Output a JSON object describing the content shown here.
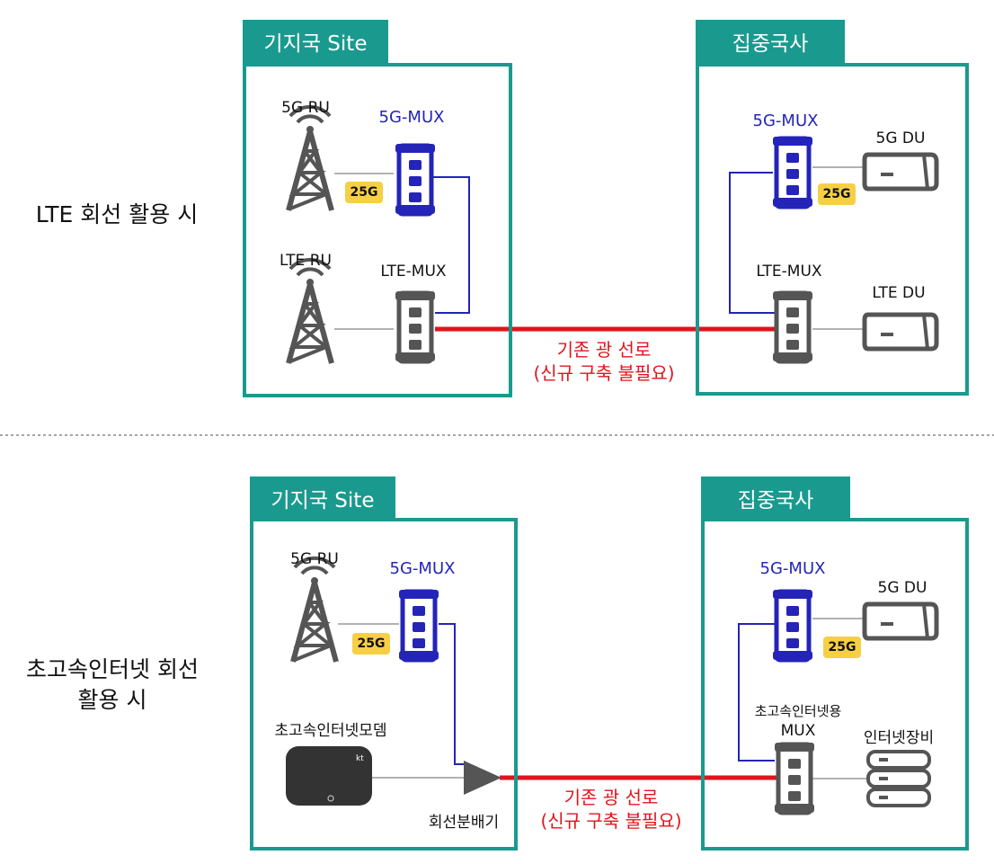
{
  "colors": {
    "teal": "#1a9a8e",
    "fiber_red": "#e0141c",
    "link_blue": "#2424b8",
    "badge_yellow": "#f6cf45"
  },
  "top": {
    "scenario_label": "LTE 회선 활용 시",
    "site_title": "기지국 Site",
    "central_title": "집중국사",
    "site": {
      "ru_5g": "5G RU",
      "mux_5g": "5G-MUX",
      "badge": "25G",
      "ru_lte": "LTE RU",
      "mux_lte": "LTE-MUX"
    },
    "central": {
      "mux_5g": "5G-MUX",
      "du_5g": "5G DU",
      "badge": "25G",
      "mux_lte": "LTE-MUX",
      "du_lte": "LTE DU"
    },
    "fiber_line1": "기존 광 선로",
    "fiber_line2": "(신규 구축 불필요)"
  },
  "bottom": {
    "scenario_label_line1": "초고속인터넷 회선",
    "scenario_label_line2": "활용 시",
    "site_title": "기지국 Site",
    "central_title": "집중국사",
    "site": {
      "ru_5g": "5G RU",
      "mux_5g": "5G-MUX",
      "badge": "25G",
      "modem": "초고속인터넷모뎀",
      "modem_brand": "kt",
      "splitter": "회선분배기"
    },
    "central": {
      "mux_5g": "5G-MUX",
      "du_5g": "5G DU",
      "badge": "25G",
      "internet_mux_line1": "초고속인터넷용",
      "internet_mux_line2": "MUX",
      "internet_equipment": "인터넷장비"
    },
    "fiber_line1": "기존 광 선로",
    "fiber_line2": "(신규 구축 불필요)"
  }
}
